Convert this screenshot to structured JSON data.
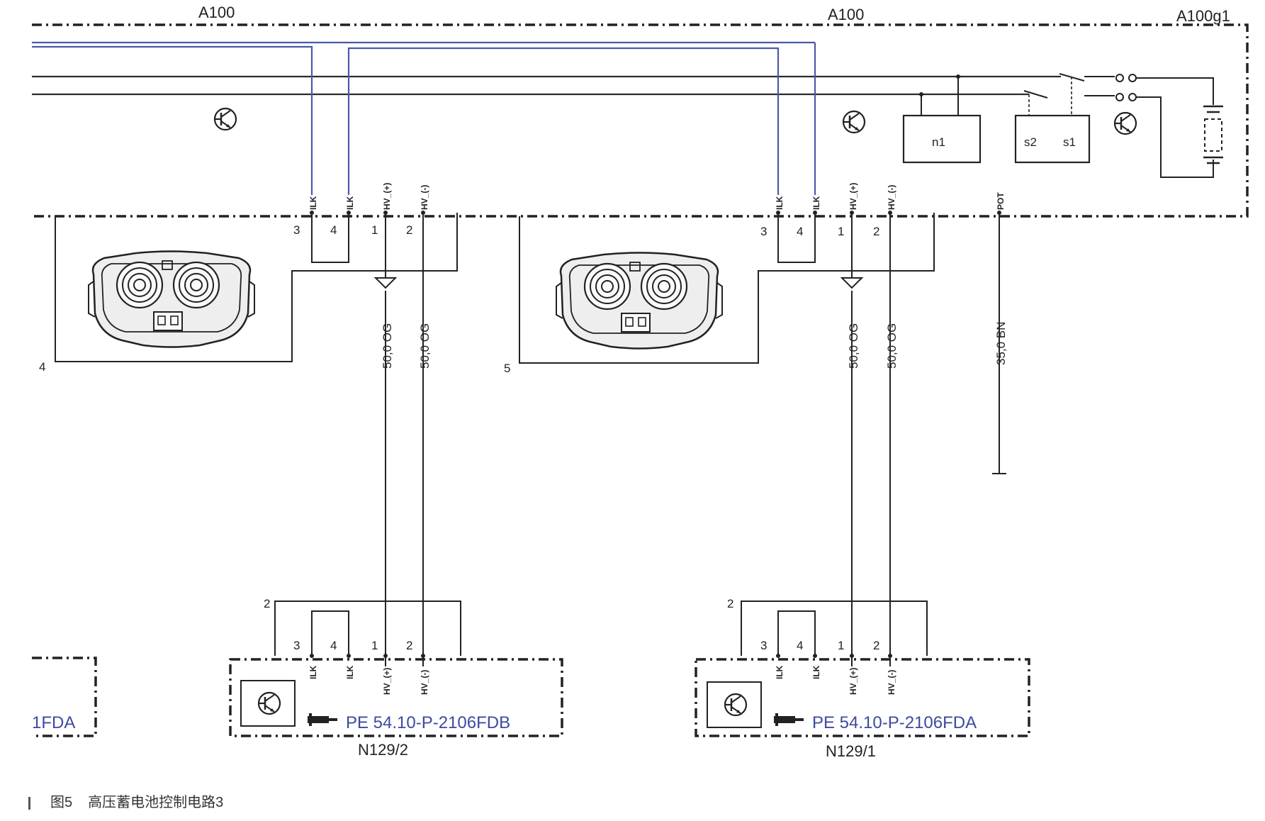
{
  "modules": {
    "battery_label_left": "A100",
    "battery_label_mid": "A100",
    "battery_label_right": "A100g1",
    "charger_left": "N129/2",
    "charger_right": "N129/1"
  },
  "internal": {
    "n1": "n1",
    "s1": "s1",
    "s2": "s2"
  },
  "pins": {
    "ilk": "ILK",
    "hv_plus": "HV_(+)",
    "hv_minus": "HV_(-)",
    "pot": "POT",
    "p1": "1",
    "p2": "2",
    "p3": "3",
    "p4": "4"
  },
  "wires": {
    "og_left_1": "50,0 OG",
    "og_left_2": "50,0 OG",
    "og_right_1": "50,0 OG",
    "og_right_2": "50,0 OG",
    "bn": "35,0 BN"
  },
  "connectors": {
    "left_num": "4",
    "right_num": "5",
    "shield_left": "2",
    "shield_right": "2"
  },
  "references": {
    "left_ref": "PE 54.10-P-2106FDB",
    "right_ref": "PE 54.10-P-2106FDA",
    "partial_ref": "1FDA"
  },
  "caption": {
    "figure_no": "图5",
    "title": "高压蓄电池控制电路3"
  },
  "colors": {
    "wire_black": "#2a2a2a",
    "wire_blue": "#4a5aa8",
    "ref_blue": "#3d4aa0"
  }
}
